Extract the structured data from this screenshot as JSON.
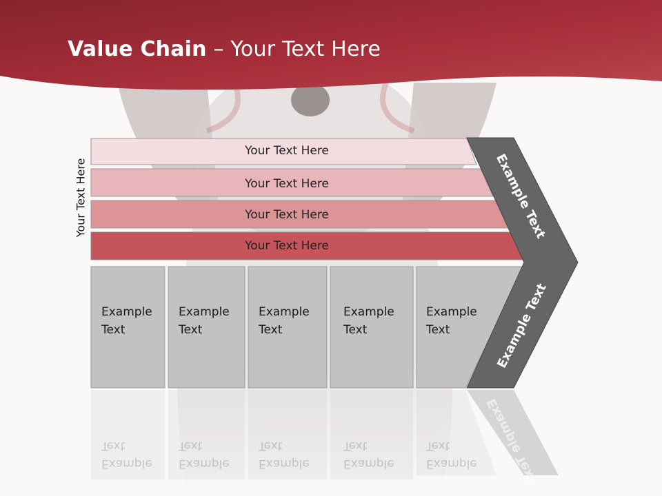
{
  "title": {
    "bold": "Value Chain",
    "rest": " – Your Text Here"
  },
  "side_label": "Your Text Here",
  "rows": [
    {
      "label": "Your Text Here",
      "color": "#f3dde0"
    },
    {
      "label": "Your Text Here",
      "color": "#e8b5ba"
    },
    {
      "label": "Your Text Here",
      "color": "#dc9497"
    },
    {
      "label": "Your Text Here",
      "color": "#c5545b"
    }
  ],
  "boxes": [
    {
      "line1": "Example",
      "line2": "Text"
    },
    {
      "line1": "Example",
      "line2": "Text"
    },
    {
      "line1": "Example",
      "line2": "Text"
    },
    {
      "line1": "Example",
      "line2": "Text"
    },
    {
      "line1": "Example",
      "line2": "Text"
    }
  ],
  "chevron": {
    "upper": "Example Text",
    "lower": "Example Text",
    "color": "#656565"
  },
  "colors": {
    "banner": "#9e2a35",
    "box": "#c2c2c2"
  }
}
